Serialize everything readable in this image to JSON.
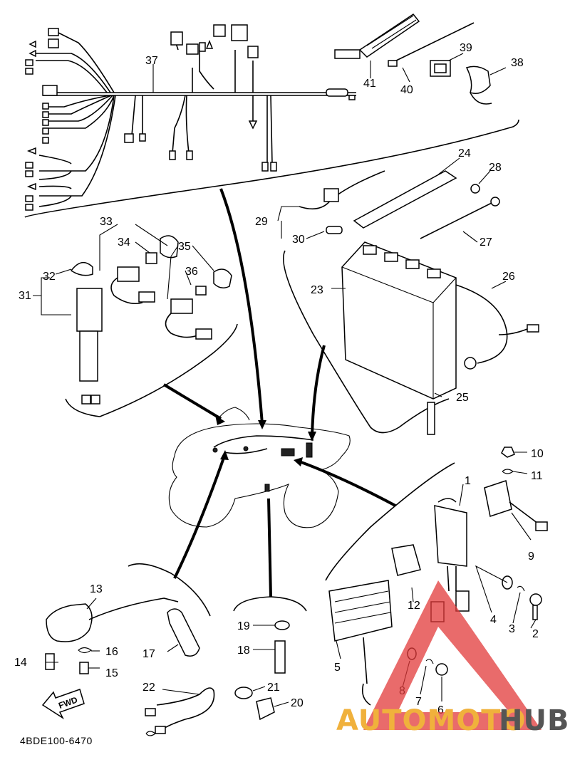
{
  "diagram": {
    "code": "4BDE100-6470",
    "fwd_label": "FWD",
    "watermark": {
      "part1": "AUTOMOTO",
      "part2": "HUB",
      "color1": "#f0b13c",
      "color2": "#555555",
      "triangle_color": "#e23a3a"
    },
    "labels": {
      "1": "1",
      "2": "2",
      "3": "3",
      "4": "4",
      "5": "5",
      "6": "6",
      "7": "7",
      "8": "8",
      "9": "9",
      "10": "10",
      "11": "11",
      "12": "12",
      "13": "13",
      "14": "14",
      "15": "15",
      "16": "16",
      "17": "17",
      "18": "18",
      "19": "19",
      "20": "20",
      "21": "21",
      "22": "22",
      "23": "23",
      "24": "24",
      "25": "25",
      "26": "26",
      "27": "27",
      "28": "28",
      "29": "29",
      "30": "30",
      "31": "31",
      "32": "32",
      "33": "33",
      "34": "34",
      "35": "35",
      "36": "36",
      "37": "37",
      "38": "38",
      "39": "39",
      "40": "40",
      "41": "41"
    }
  }
}
